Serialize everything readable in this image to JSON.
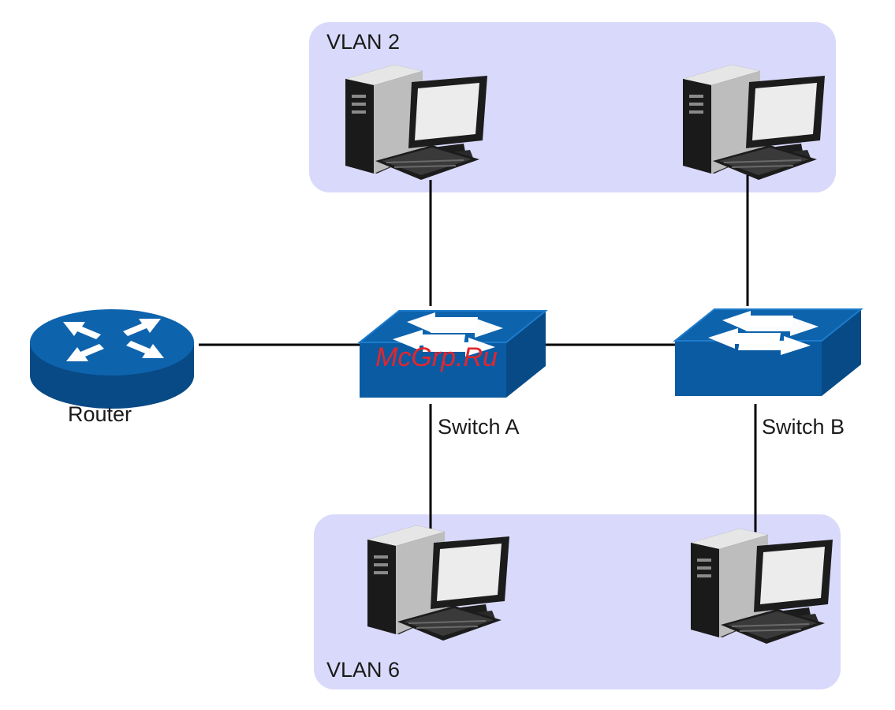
{
  "vlans": [
    {
      "id": "vlan-2",
      "label": "VLAN 2"
    },
    {
      "id": "vlan-6",
      "label": "VLAN 6"
    }
  ],
  "devices": {
    "router": {
      "label": "Router"
    },
    "switch_a": {
      "label": "Switch A"
    },
    "switch_b": {
      "label": "Switch B"
    }
  },
  "watermark": "McGrp.Ru",
  "colors": {
    "vlan_fill": "#d9d9fb",
    "device_blue": "#0b5fa8",
    "device_dark": "#07457c",
    "link": "#000000",
    "watermark": "#e3262e"
  },
  "icons": [
    "router-icon",
    "switch-icon",
    "computer-icon"
  ]
}
